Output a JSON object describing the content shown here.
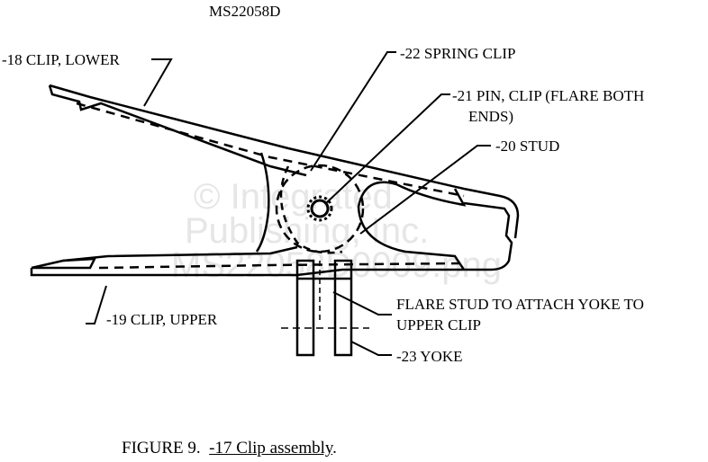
{
  "title": "MS22058D",
  "watermark": [
    "© Integrated",
    "Publishing, Inc.",
    "MS22058D0009.png"
  ],
  "labels": {
    "clip_lower": "-18 CLIP, LOWER",
    "spring_clip": "-22 SPRING CLIP",
    "pin_clip_1": "-21 PIN, CLIP (FLARE BOTH",
    "pin_clip_2": "ENDS)",
    "stud": "-20 STUD",
    "flare_1": "FLARE STUD TO ATTACH YOKE TO",
    "flare_2": "UPPER CLIP",
    "clip_upper": "-19 CLIP, UPPER",
    "yoke": "-23 YOKE"
  },
  "caption": {
    "prefix": "FIGURE 9.  ",
    "link": "-17 Clip assembly",
    "suffix": "."
  }
}
